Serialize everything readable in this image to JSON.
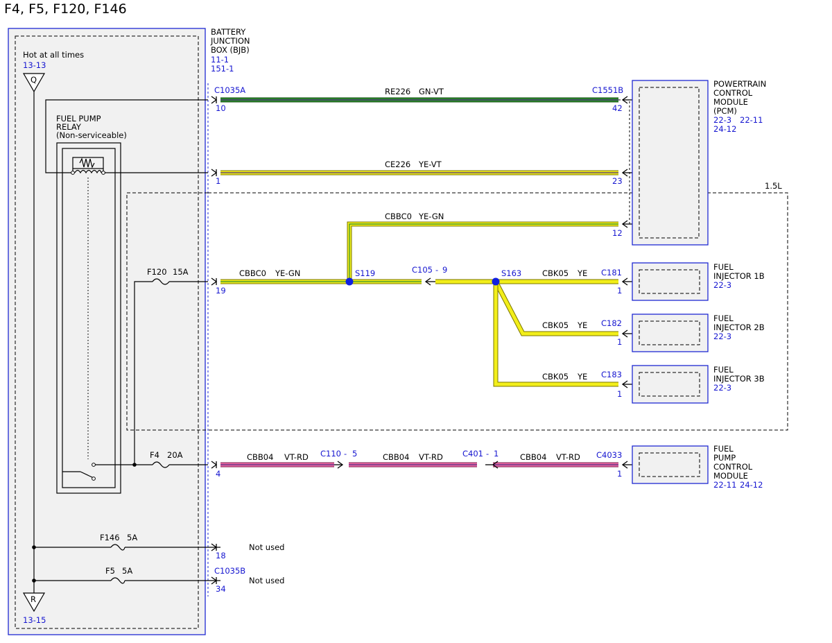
{
  "title": "F4, F5, F120, F146",
  "colors": {
    "green": "#2e8b2e",
    "green_dark": "#0d4a0d",
    "yellow": "#f2ee1a",
    "yellow_dark": "#7a7500",
    "pink": "#f06aa8",
    "pink_dark": "#7a1f4a",
    "violet_stripe": "#4a2a7a",
    "blue": "#1e28d2",
    "splice": "#1020e0"
  },
  "bjb": {
    "label": [
      "BATTERY",
      "JUNCTION",
      "BOX (BJB)"
    ],
    "refs": [
      "11-1",
      "151-1"
    ]
  },
  "feed": {
    "label": "Hot at all times",
    "ref_top": "13-13",
    "node_top": "Q",
    "node_bottom": "R",
    "ref_bottom": "13-15"
  },
  "relay": {
    "label": [
      "FUEL PUMP",
      "RELAY",
      "(Non-serviceable)"
    ]
  },
  "fuses": {
    "f120": {
      "name": "F120",
      "rating": "15A"
    },
    "f4": {
      "name": "F4",
      "rating": "20A"
    },
    "f146": {
      "name": "F146",
      "rating": "5A"
    },
    "f5": {
      "name": "F5",
      "rating": "5A"
    }
  },
  "connectors": {
    "c1035a": "C1035A",
    "c1035b": "C1035B",
    "c1551b": "C1551B",
    "c181": "C181",
    "c182": "C182",
    "c183": "C183",
    "c4033": "C4033",
    "c105": "C105",
    "c105_pin": "9",
    "c110": "C110",
    "c110_pin": "5",
    "c401": "C401",
    "c401_pin": "1",
    "dash": "-"
  },
  "pins": {
    "p10": "10",
    "p42": "42",
    "p1": "1",
    "p23": "23",
    "p12": "12",
    "p19": "19",
    "inj1": "1",
    "inj2": "1",
    "inj3": "1",
    "p4": "4",
    "fpcm": "1",
    "p18": "18",
    "p34": "34"
  },
  "wires": {
    "re226": {
      "circuit": "RE226",
      "color": "GN-VT"
    },
    "ce226": {
      "circuit": "CE226",
      "color": "YE-VT"
    },
    "cbbc0_top": {
      "circuit": "CBBC0",
      "color": "YE-GN"
    },
    "cbbc0_left": {
      "circuit": "CBBC0",
      "color": "YE-GN"
    },
    "cbk05_1": {
      "circuit": "CBK05",
      "color": "YE"
    },
    "cbk05_2": {
      "circuit": "CBK05",
      "color": "YE"
    },
    "cbk05_3": {
      "circuit": "CBK05",
      "color": "YE"
    },
    "cbb04_1": {
      "circuit": "CBB04",
      "color": "VT-RD"
    },
    "cbb04_2": {
      "circuit": "CBB04",
      "color": "VT-RD"
    },
    "cbb04_3": {
      "circuit": "CBB04",
      "color": "VT-RD"
    }
  },
  "splices": {
    "s119": "S119",
    "s163": "S163"
  },
  "engine_box": {
    "label": "1.5L"
  },
  "pcm": {
    "label": [
      "POWERTRAIN",
      "CONTROL",
      "MODULE",
      "(PCM)"
    ],
    "refs": [
      "22-3",
      "22-11",
      "24-12"
    ]
  },
  "injector1": {
    "label": [
      "FUEL",
      "INJECTOR 1B"
    ],
    "ref": "22-3"
  },
  "injector2": {
    "label": [
      "FUEL",
      "INJECTOR 2B"
    ],
    "ref": "22-3"
  },
  "injector3": {
    "label": [
      "FUEL",
      "INJECTOR 3B"
    ],
    "ref": "22-3"
  },
  "fpcm": {
    "label": [
      "FUEL",
      "PUMP",
      "CONTROL",
      "MODULE"
    ],
    "refs": [
      "22-11",
      "24-12"
    ]
  },
  "not_used": {
    "a": "Not used",
    "b": "Not used"
  }
}
